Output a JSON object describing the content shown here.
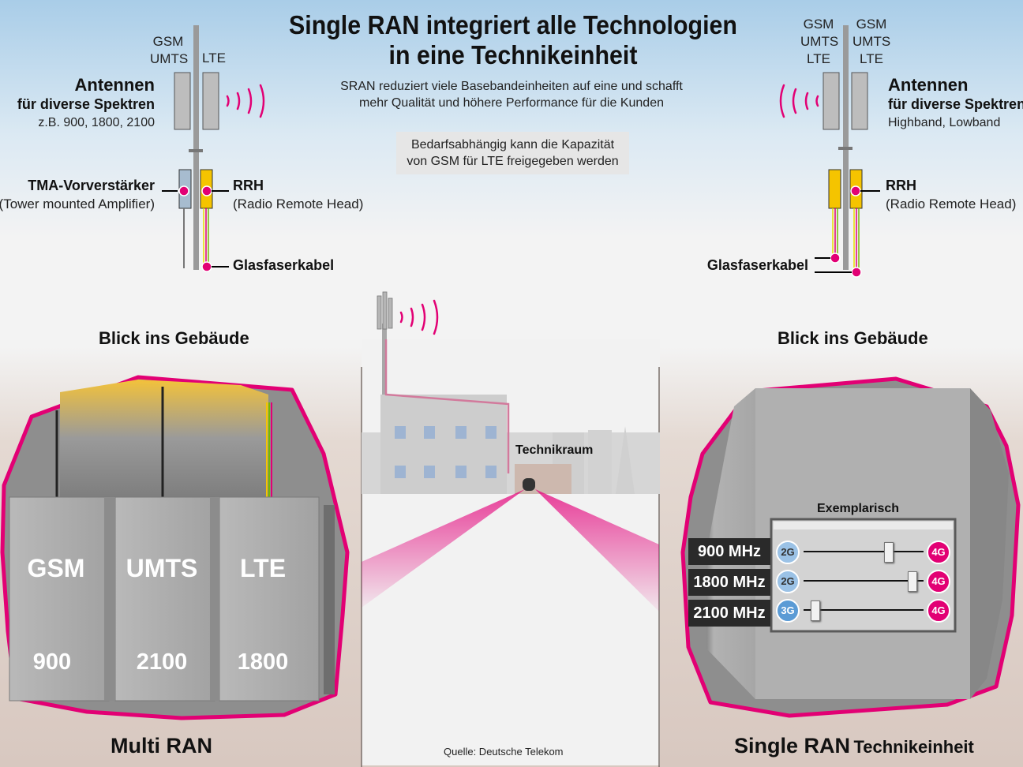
{
  "title_line1": "Single RAN integriert alle Technologien",
  "title_line2": "in eine Technikeinheit",
  "subtitle_line1": "SRAN reduziert viele Basebandeinheiten auf eine und schafft",
  "subtitle_line2": "mehr Qualität und höhere Performance für die Kunden",
  "note_line1": "Bedarfsabhängig kann die Kapazität",
  "note_line2": "von GSM für LTE freigegeben werden",
  "left": {
    "antenna_label_1": "GSM",
    "antenna_label_2": "UMTS",
    "antenna_label_3": "LTE",
    "antennen_heading": "Antennen",
    "antennen_sub": "für diverse Spektren",
    "antennen_example": "z.B. 900, 1800, 2100",
    "tma_heading": "TMA-Vorverstärker",
    "tma_sub": "(Tower mounted Amplifier)",
    "rrh_heading": "RRH",
    "rrh_sub": "(Radio Remote Head)",
    "fiber_label": "Glasfaserkabel",
    "building_view": "Blick ins Gebäude",
    "modules": [
      {
        "name": "GSM",
        "freq": "900"
      },
      {
        "name": "UMTS",
        "freq": "2100"
      },
      {
        "name": "LTE",
        "freq": "1800"
      }
    ],
    "bottom_label": "Multi RAN"
  },
  "right": {
    "antenna1_line1": "GSM",
    "antenna1_line2": "UMTS",
    "antenna1_line3": "LTE",
    "antenna2_line1": "GSM",
    "antenna2_line2": "UMTS",
    "antenna2_line3": "LTE",
    "antennen_heading": "Antennen",
    "antennen_sub": "für diverse Spektren",
    "antennen_example": "Highband, Lowband",
    "rrh_heading": "RRH",
    "rrh_sub": "(Radio Remote Head)",
    "fiber_label": "Glasfaserkabel",
    "building_view": "Blick ins Gebäude",
    "panel_title": "Exemplarisch",
    "bands": [
      {
        "freq": "900 MHz",
        "from": "2G",
        "to": "4G",
        "level": 0.72
      },
      {
        "freq": "1800 MHz",
        "from": "2G",
        "to": "4G",
        "level": 0.93
      },
      {
        "freq": "2100 MHz",
        "from": "3G",
        "to": "4G",
        "level": 0.06
      }
    ],
    "bottom_label_bold": "Single RAN",
    "bottom_label_rest": "Technikeinheit"
  },
  "center": {
    "room_label": "Technikraum"
  },
  "source": "Quelle: Deutsche Telekom",
  "colors": {
    "magenta": "#e20074",
    "rrh_yellow": "#f5c400",
    "tma_blue": "#a7bccf",
    "module_gray": "#a9a9a9",
    "dark_label": "#2a2a2a"
  }
}
